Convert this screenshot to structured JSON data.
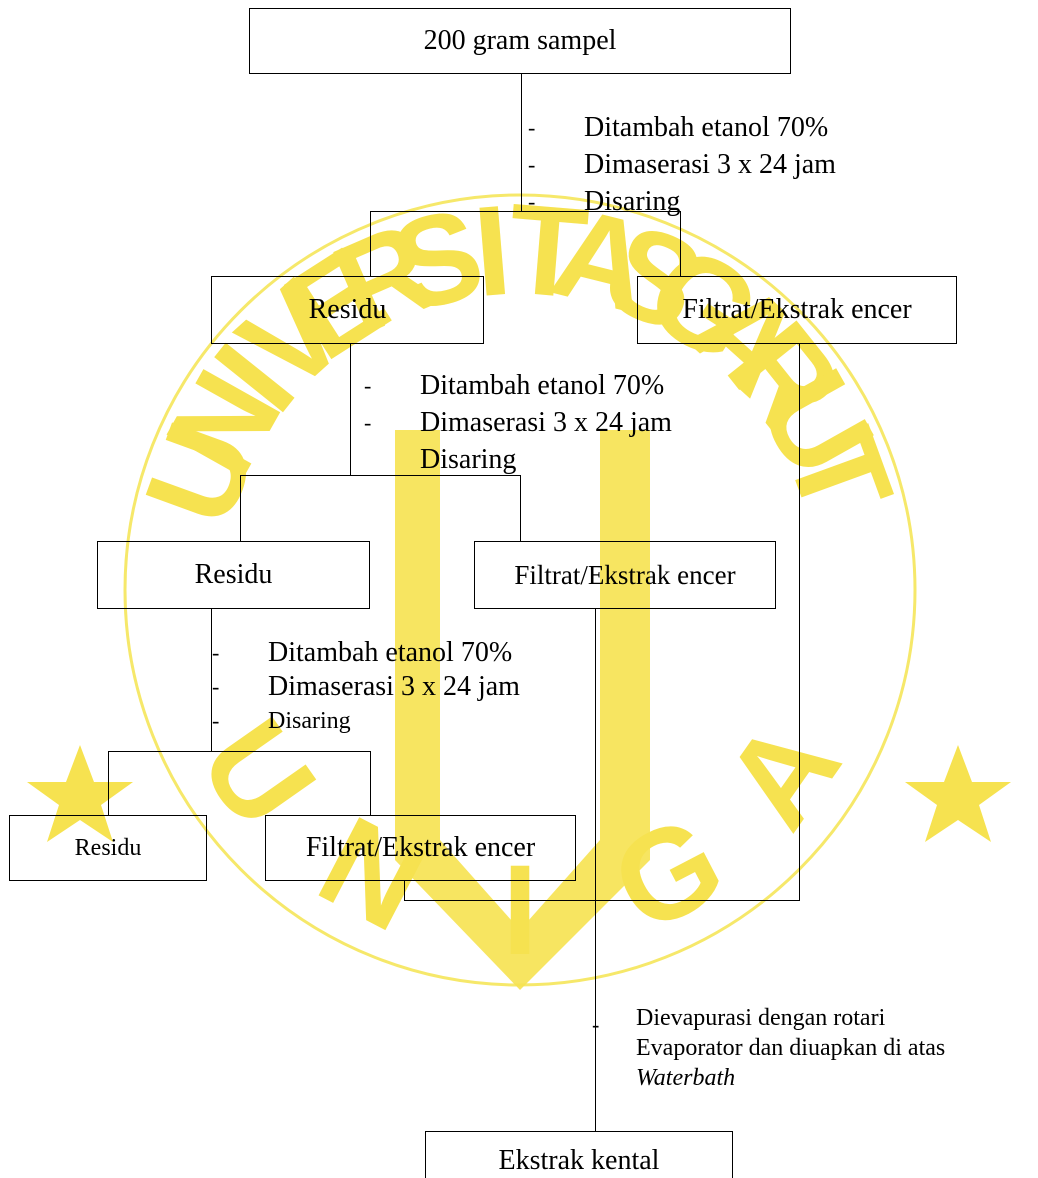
{
  "watermark": {
    "color": "#f4e04a",
    "letters_top": [
      "U",
      "N",
      "I",
      "V",
      "E",
      "R",
      "S",
      "I",
      "T",
      "A",
      "S",
      "G",
      "A",
      "R",
      "U",
      "T"
    ],
    "letters_bottom": [
      "U",
      "N",
      "I",
      "G",
      "A"
    ]
  },
  "boxes": {
    "sample": "200 gram sampel",
    "residu_1": "Residu",
    "filtrat_1": "Filtrat/Ekstrak encer",
    "residu_2": "Residu",
    "filtrat_2": "Filtrat/Ekstrak encer",
    "residu_3": "Residu",
    "filtrat_3": "Filtrat/Ekstrak encer",
    "final": "Ekstrak kental"
  },
  "steps": {
    "stage1": [
      {
        "dash": "-",
        "text": "Ditambah etanol 70%"
      },
      {
        "dash": "-",
        "text": "Dimaserasi 3 x 24 jam"
      },
      {
        "dash": "-",
        "text": "Disaring"
      }
    ],
    "stage2": [
      {
        "dash": "-",
        "text": "Ditambah etanol 70%"
      },
      {
        "dash": "-",
        "text": "Dimaserasi 3 x 24 jam"
      },
      {
        "dash": "",
        "text": "Disaring"
      }
    ],
    "stage3": [
      {
        "dash": "-",
        "text": "Ditambah etanol 70%"
      },
      {
        "dash": "-",
        "text": "Dimaserasi 3 x 24 jam"
      },
      {
        "dash": "-",
        "text": "Disaring"
      }
    ]
  },
  "evaporation": {
    "dash": "-",
    "line1": "Dievapurasi dengan rotari",
    "line2": "Evaporator  dan  diuapkan di atas",
    "line3": "Waterbath"
  }
}
